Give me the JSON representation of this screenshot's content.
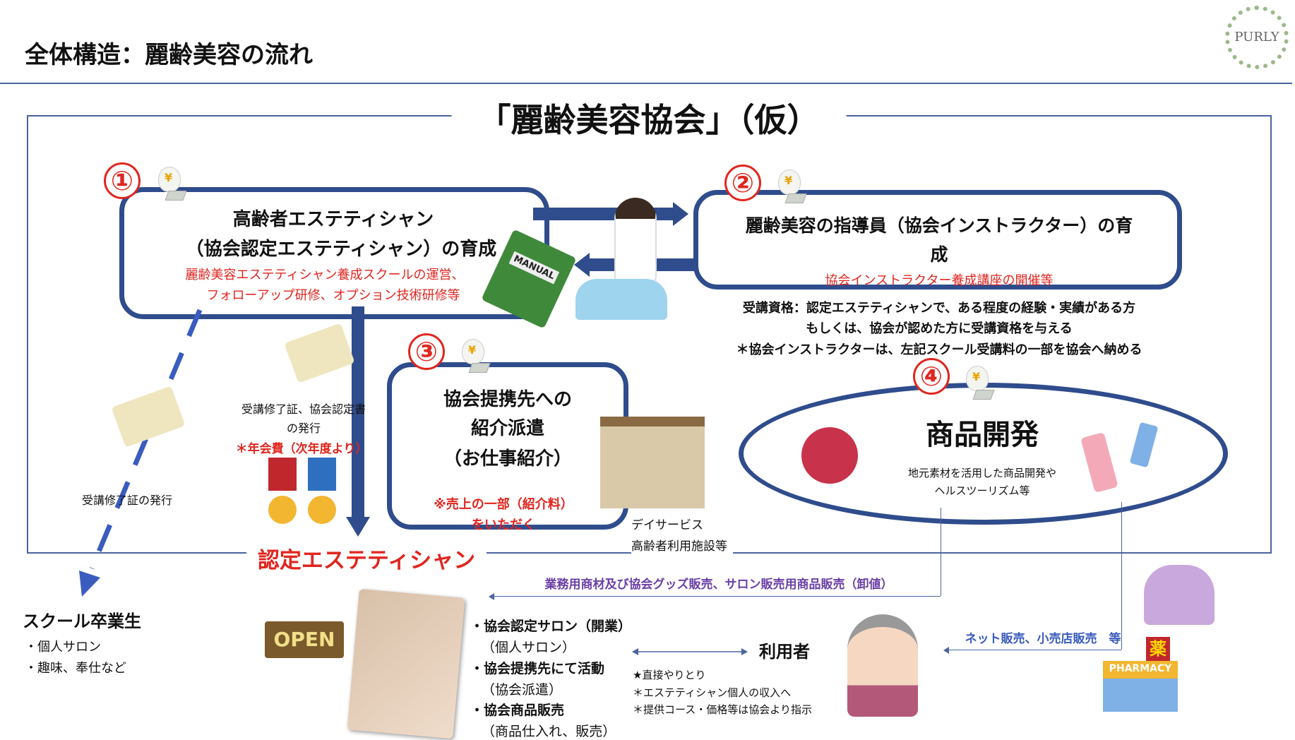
{
  "header": {
    "title": "全体構造：麗齢美容の流れ",
    "logo": "PURLY"
  },
  "association": {
    "title": "「麗齢美容協会」（仮）"
  },
  "step1": {
    "number": "①",
    "title_line1": "高齢者エステティシャン",
    "title_line2": "（協会認定エステティシャン）の育成",
    "detail_line1": "麗齢美容エステティシャン養成スクールの運営、",
    "detail_line2": "フォローアップ研修、オプション技術研修等",
    "manual_label": "MANUAL"
  },
  "step2": {
    "number": "②",
    "title_line1": "麗齢美容の指導員（協会インストラクター）の育",
    "title_line2": "成",
    "detail": "協会インストラクター養成講座の開催等",
    "note_line1": "受講資格：認定エステティシャンで、ある程度の経験・実績がある方",
    "note_line2": "もしくは、協会が認めた方に受講資格を与える",
    "note_line3": "＊協会インストラクターは、左記スクール受講料の一部を協会へ納める"
  },
  "step3": {
    "number": "③",
    "title_line1": "協会提携先への",
    "title_line2": "紹介派遣",
    "title_line3": "（お仕事紹介）",
    "detail_line1": "※売上の一部（紹介料）",
    "detail_line2": "をいただく",
    "facility_line1": "デイサービス",
    "facility_line2": "高齢者利用施設等"
  },
  "step4": {
    "number": "④",
    "title": "商品開発",
    "detail_line1": "地元素材を活用した商品開発や",
    "detail_line2": "ヘルスツーリズム等"
  },
  "certificates": {
    "left_label": "受講修了証の発行",
    "center_line1": "受講修了証、協会認定書",
    "center_line2": "の発行",
    "fee": "＊年会費（次年度より）"
  },
  "certified": {
    "title": "認定エステティシャン"
  },
  "graduates": {
    "title": "スクール卒業生",
    "items": [
      "・個人サロン",
      "・趣味、奉仕など"
    ]
  },
  "activities": {
    "items": [
      "・協会認定サロン（開業）",
      "（個人サロン）",
      "・協会提携先にて活動",
      "（協会派遣）",
      "・協会商品販売",
      "（商品仕入れ、販売）"
    ],
    "open_sign": "OPEN"
  },
  "wholesale": {
    "label": "業務用商材及び協会グッズ販売、サロン販売用商品販売（卸値）"
  },
  "users": {
    "title": "利用者",
    "notes": [
      "★直接やりとり",
      "＊エステティシャン個人の収入へ",
      "＊提供コース・価格等は協会より指示"
    ]
  },
  "retail": {
    "label": "ネット販売、小売店販売　等",
    "pharmacy": "PHARMACY",
    "pharmacy_sign": "薬"
  },
  "colors": {
    "frame": "#2f4c8c",
    "accent_red": "#e0261f",
    "purple": "#6b3fa6"
  }
}
